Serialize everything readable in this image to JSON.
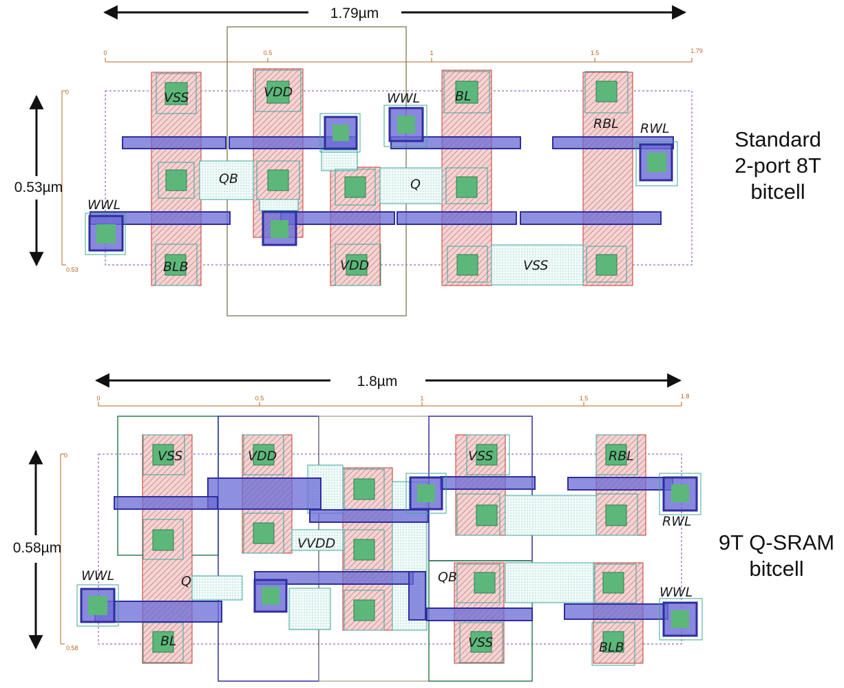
{
  "cells": [
    {
      "name_lines": [
        "Standard",
        "2-port 8T",
        "bitcell"
      ],
      "width_label": "1.79µm",
      "height_label": "0.53µm",
      "x_ticks": [
        "0",
        "0.5",
        "1",
        "1.5",
        "1.79"
      ],
      "y_ticks": [
        "0",
        "0.53"
      ],
      "signals": {
        "vss_top": "VSS",
        "vdd_top": "VDD",
        "wwl_top": "WWL",
        "bl": "BL",
        "rbl": "RBL",
        "rwl": "RWL",
        "qb": "QB",
        "q": "Q",
        "wwl_left": "WWL",
        "blb": "BLB",
        "vdd_bottom": "VDD",
        "vss_bottom": "VSS"
      }
    },
    {
      "name_lines": [
        "9T Q-SRAM",
        "bitcell"
      ],
      "width_label": "1.8µm",
      "height_label": "0.58µm",
      "x_ticks": [
        "0",
        "0.5",
        "1",
        "1.5",
        "1.8"
      ],
      "y_ticks": [
        "0",
        "0.58"
      ],
      "signals": {
        "vss_top_left": "VSS",
        "vdd_top": "VDD",
        "vss_top_right": "VSS",
        "rbl": "RBL",
        "rwl": "RWL",
        "vvdd": "VVDD",
        "wwl_left": "WWL",
        "q": "Q",
        "qb": "QB",
        "wwl_right": "WWL",
        "bl": "BL",
        "vss_bottom": "VSS",
        "blb": "BLB"
      }
    }
  ],
  "colors": {
    "poly": "#c0392b",
    "metal": "#2e2e9e",
    "diffusion": "#3aa39a",
    "contact": "#4caf50",
    "ruler": "#b5651d",
    "boundary": "#7b3fb8"
  }
}
